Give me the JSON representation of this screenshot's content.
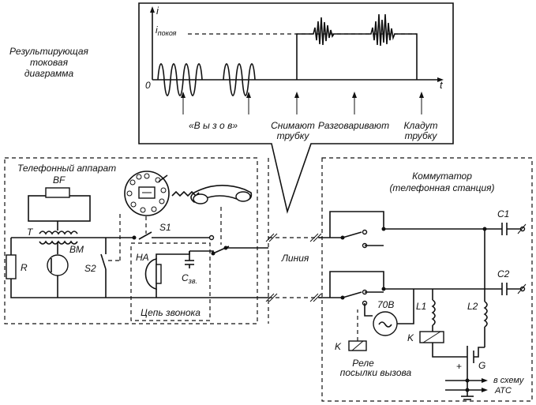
{
  "title_block": {
    "line1": "Результирующая",
    "line2": "токовая",
    "line3": "диаграмма"
  },
  "graph": {
    "y_axis": "i",
    "i_rest_main": "i",
    "i_rest_sub": "покоя",
    "origin": "0",
    "x_axis": "t",
    "events": {
      "ring": "«В ы з о в»",
      "lift_line1": "Снимают",
      "lift_line2": "трубку",
      "talk": "Разговаривают",
      "hang_line1": "Кладут",
      "hang_line2": "трубку"
    }
  },
  "phone": {
    "title": "Телефонный аппарат",
    "labels": {
      "BF": "BF",
      "T": "T",
      "BM": "BM",
      "R": "R",
      "S2": "S2",
      "S1": "S1",
      "HA": "HA",
      "C_main": "C",
      "C_sub": "зв.",
      "ring_circuit": "Цепь звонока"
    }
  },
  "line_label": "Линия",
  "exchange": {
    "title_line1": "Коммутатор",
    "title_line2": "(телефонная станция)",
    "labels": {
      "C1": "C1",
      "C2": "C2",
      "L1": "L1",
      "L2": "L2",
      "K1": "K",
      "K2": "K",
      "V": "70В",
      "G": "G",
      "plus": "+",
      "relay_line1": "Реле",
      "relay_line2": "посылки вызова",
      "ats_line1": "в схему",
      "ats_line2": "АТС"
    }
  }
}
